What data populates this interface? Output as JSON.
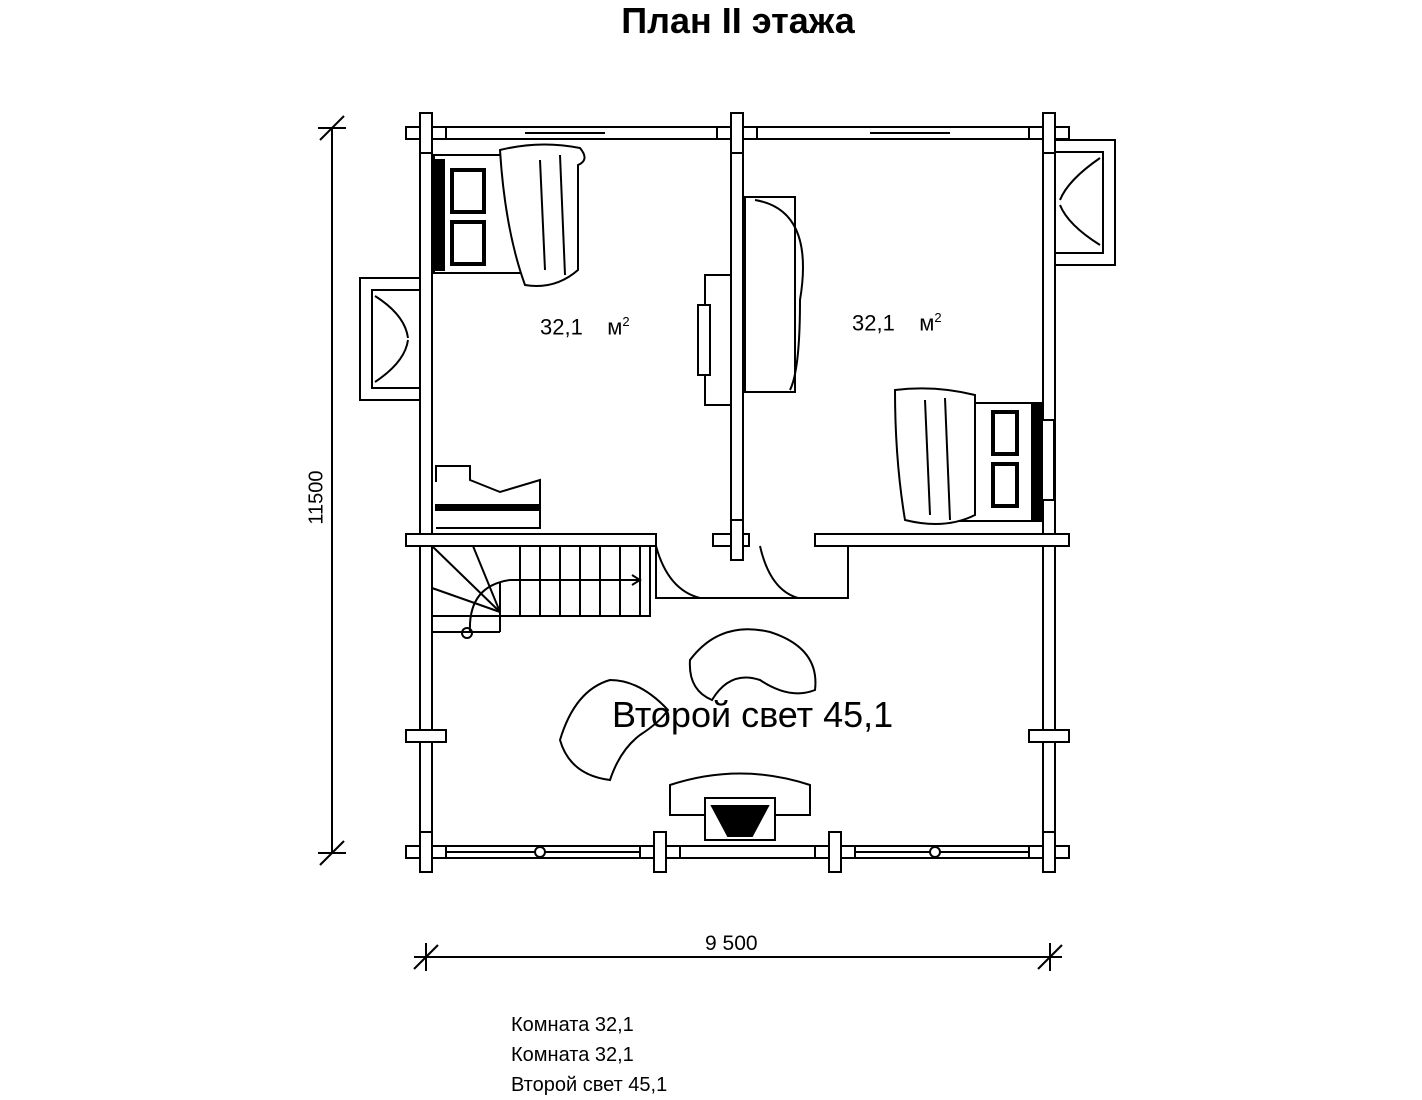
{
  "title": "План II этажа",
  "rooms": [
    {
      "area": "32,1",
      "unit": "м",
      "unit_sup": "2"
    },
    {
      "area": "32,1",
      "unit": "м",
      "unit_sup": "2"
    }
  ],
  "second_light": "Второй свет 45,1",
  "dimensions": {
    "height": "11500",
    "width": "9 500"
  },
  "legend": [
    "Комната 32,1",
    "Комната 32,1",
    "Второй свет 45,1"
  ]
}
